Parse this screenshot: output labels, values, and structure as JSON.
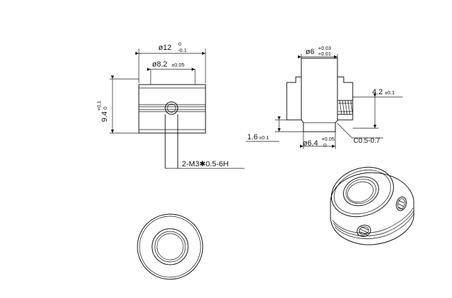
{
  "dimensions": {
    "outer_dia": {
      "main": "ø12",
      "upper": "0",
      "lower": "-0.1"
    },
    "inner_dia": {
      "main": "ø8.2",
      "tol": "±0.05"
    },
    "height": {
      "main": "9.4",
      "upper": "+0.1",
      "lower": "0"
    },
    "thread": "2-M3✱0.5-6H",
    "bore_dia": {
      "main": "ø6",
      "upper": "+0.03",
      "lower": "+0.01"
    },
    "screw_offset": {
      "main": "4.2",
      "tol": "±0.1"
    },
    "step_height": {
      "main": "1.6",
      "tol": "±0.1"
    },
    "step_dia": {
      "main": "ø6.4",
      "upper": "+0.05",
      "lower": "0"
    },
    "chamfer": "C0.5-0.7"
  }
}
